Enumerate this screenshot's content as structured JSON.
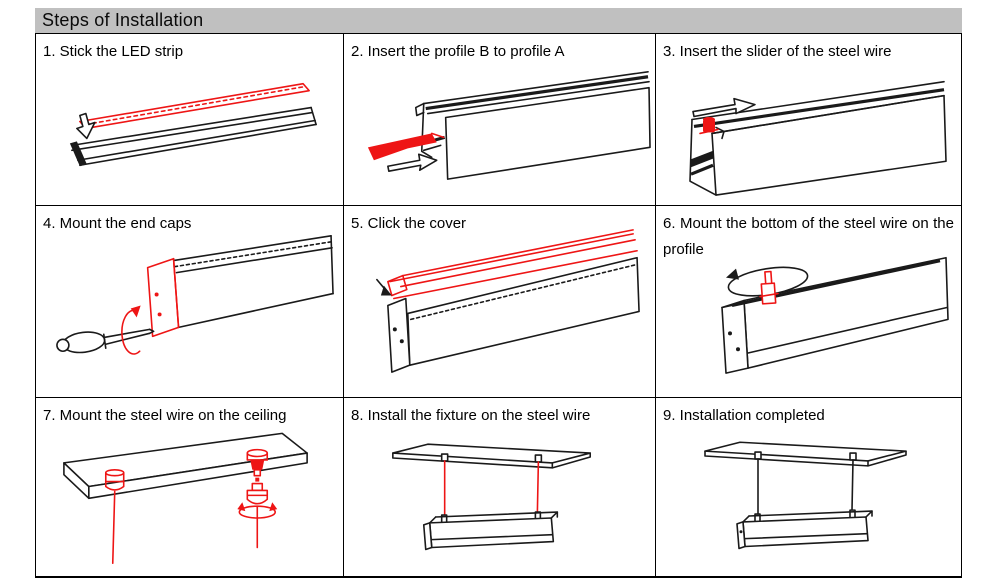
{
  "title": "Steps of Installation",
  "colors": {
    "header_background": "#c0c0c0",
    "line_black": "#1a1a1a",
    "accent_red": "#ee1515",
    "table_border": "#000000"
  },
  "steps": [
    {
      "caption": "1. Stick the LED strip",
      "illustration": "led-strip-stuck-on-profile"
    },
    {
      "caption": "2. Insert the profile B to profile A",
      "illustration": "profile-b-inserted-into-profile-a"
    },
    {
      "caption": "3.  Insert the slider of the steel wire",
      "illustration": "steel-wire-slider-inserted-in-rail"
    },
    {
      "caption": "4.  Mount the end caps",
      "illustration": "end-cap-screwed-with-screwdriver"
    },
    {
      "caption": "5. Click the cover",
      "illustration": "cover-clicked-onto-profile"
    },
    {
      "caption": "6. Mount the bottom of the steel wire on the profile",
      "illustration": "wire-bottom-screwed-on-profile"
    },
    {
      "caption": "7.  Mount the steel wire on the ceiling",
      "illustration": "steel-wire-mounted-on-ceiling"
    },
    {
      "caption": "8.  Install the fixture on the steel wire",
      "illustration": "fixture-hung-on-red-steel-wires"
    },
    {
      "caption": "9.  Installation completed",
      "illustration": "completed-suspended-fixture"
    }
  ]
}
